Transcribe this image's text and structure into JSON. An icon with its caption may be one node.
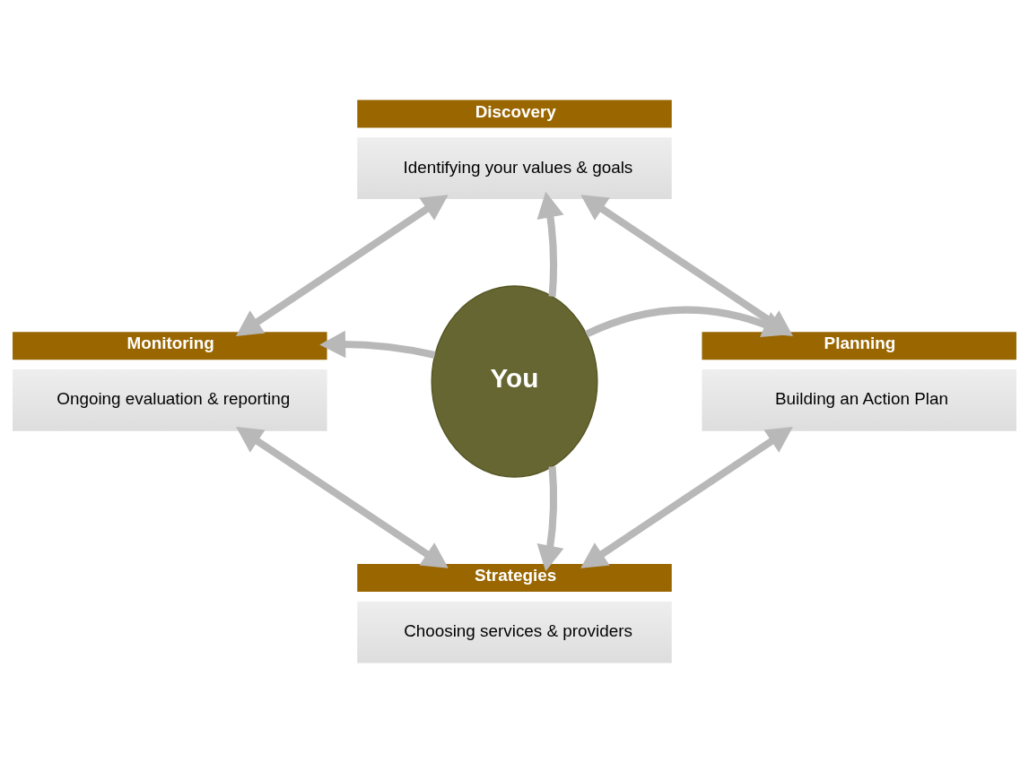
{
  "diagram": {
    "nodes": [
      {
        "text": [
          "Discovery",
          "Identifying your values & goals"
        ]
      },
      {
        "text": [
          "Monitoring",
          "Ongoing evaluation & reporting"
        ]
      },
      {
        "text": [
          "You"
        ]
      },
      {
        "text": [
          "Planning",
          "Building an Action Plan"
        ]
      },
      {
        "text": [
          "Strategies",
          "Choosing services & providers"
        ]
      }
    ],
    "edges": [
      {
        "from": 2,
        "to": 0,
        "arrow": "to"
      },
      {
        "from": 2,
        "to": 1,
        "arrow": "to"
      },
      {
        "from": 2,
        "to": 3,
        "arrow": "to"
      },
      {
        "from": 2,
        "to": 4,
        "arrow": "to"
      },
      {
        "from": 0,
        "to": 3,
        "arrow": "both"
      },
      {
        "from": 3,
        "to": 4,
        "arrow": "both"
      },
      {
        "from": 4,
        "to": 1,
        "arrow": "both"
      },
      {
        "from": 1,
        "to": 0,
        "arrow": "both"
      }
    ]
  }
}
